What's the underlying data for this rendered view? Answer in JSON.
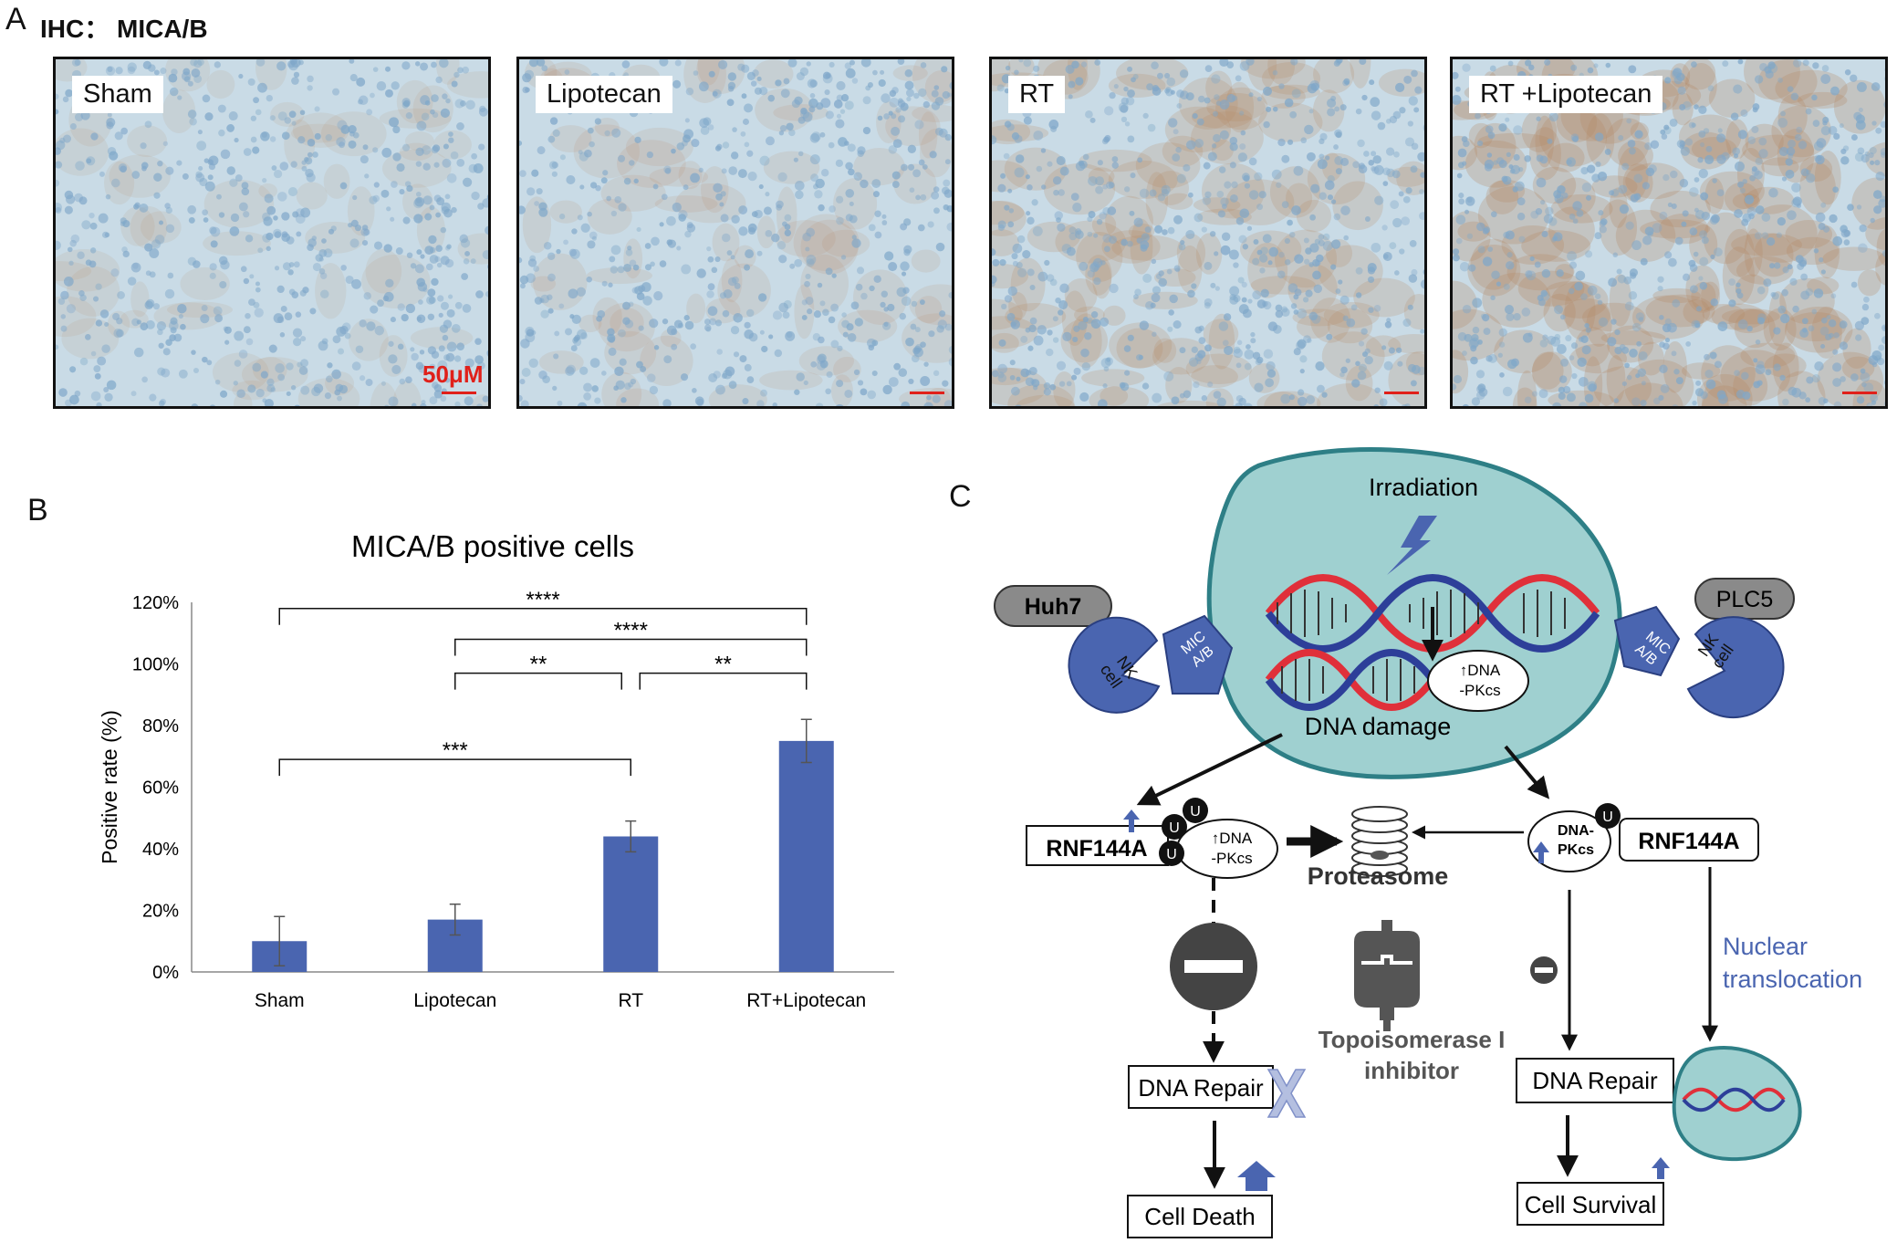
{
  "panels": {
    "a": "A",
    "b": "B",
    "c": "C"
  },
  "ihc": {
    "title": "IHC： MICA/B",
    "images": [
      {
        "label": "Sham",
        "scale_text": "50μM",
        "stain_level": 0.15
      },
      {
        "label": "Lipotecan",
        "scale_text": "",
        "stain_level": 0.25
      },
      {
        "label": "RT",
        "scale_text": "",
        "stain_level": 0.55
      },
      {
        "label": "RT +Lipotecan",
        "scale_text": "",
        "stain_level": 0.8
      }
    ],
    "colors": {
      "background": "#c9dbe6",
      "nuclei": "#7fa7c9",
      "stain": "#b58a66",
      "scalebar": "#e0201a"
    }
  },
  "chart_data": {
    "type": "bar",
    "title": "MICA/B positive cells",
    "xlabel": "",
    "ylabel": "Positive rate (%)",
    "categories": [
      "Sham",
      "Lipotecan",
      "RT",
      "RT+Lipotecan"
    ],
    "values": [
      10,
      17,
      44,
      75
    ],
    "errors": [
      8,
      5,
      5,
      7
    ],
    "ylim": [
      0,
      120
    ],
    "yticks": [
      "0%",
      "20%",
      "40%",
      "60%",
      "80%",
      "100%",
      "120%"
    ],
    "ytick_values": [
      0,
      20,
      40,
      60,
      80,
      100,
      120
    ],
    "bar_color": "#4a65b0",
    "grid": false,
    "significance": [
      {
        "from": 0,
        "to": 3,
        "label": "****"
      },
      {
        "from": 1,
        "to": 3,
        "label": "****"
      },
      {
        "from": 1,
        "to": 2,
        "label": "**"
      },
      {
        "from": 2,
        "to": 3,
        "label": "**"
      },
      {
        "from": 0,
        "to": 2,
        "label": "***"
      }
    ]
  },
  "diagram": {
    "cell": {
      "irradiation": "Irradiation",
      "dna_pkcs": "↑DNA\n-PKcs",
      "dna_damage": "DNA damage",
      "color": "#9fd0d0",
      "border": "#2e7f86"
    },
    "left_line": "Huh7",
    "right_line": "PLC5",
    "nk_cell": "NK\ncell",
    "mic": "MIC\nA/B",
    "left_path": {
      "rnf": "RNF144A",
      "ubiquitin": "U",
      "pkcs": "↑DNA\n-PKcs",
      "dna_repair": "DNA Repair",
      "cell_death": "Cell Death"
    },
    "proteasome": "Proteasome",
    "drug": "Topoisomerase I\ninhibitor",
    "right_path": {
      "pkcs": "DNA-\nPKcs",
      "rnf": "RNF144A",
      "ubiquitin": "U",
      "dna_repair": "DNA Repair",
      "cell_survival": "Cell Survival",
      "translocation": "Nuclear\ntranslocation"
    },
    "colors": {
      "blue": "#4a65b0",
      "dark": "#444444",
      "gray_box": "#8a8a8a",
      "cross": "#b4bfe0",
      "translocation": "#4a65b0"
    }
  }
}
